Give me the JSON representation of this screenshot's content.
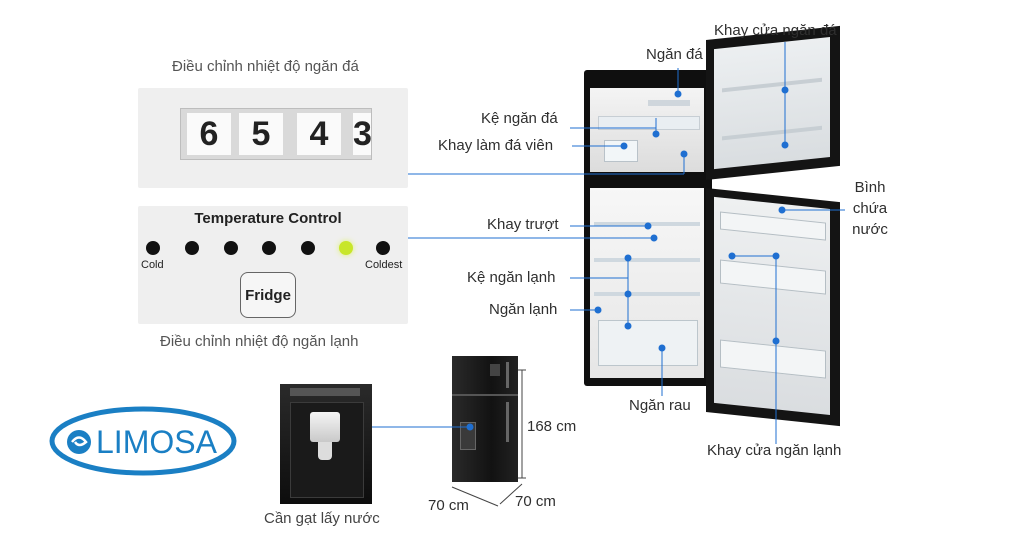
{
  "freezer_dial": {
    "caption": "Điều chỉnh nhiệt độ ngăn đá",
    "digits": [
      "6",
      "5",
      "4",
      "3"
    ]
  },
  "fridge_control": {
    "title": "Temperature Control",
    "cold_label": "Cold",
    "coldest_label": "Coldest",
    "button_label": "Fridge",
    "caption": "Điều chỉnh nhiệt độ ngăn lạnh",
    "active_level": 6,
    "levels": 7
  },
  "brand": {
    "logo_text": "LIMOSA"
  },
  "dispenser": {
    "caption": "Cần gạt lấy nước"
  },
  "dimensions": {
    "height": "168 cm",
    "width": "70 cm",
    "depth": "70 cm"
  },
  "callouts": {
    "freezer": "Ngăn đá",
    "freezer_door_tray": "Khay cửa ngăn đá",
    "freezer_shelf": "Kệ ngăn đá",
    "ice_tray": "Khay làm đá viên",
    "sliding_tray": "Khay trượt",
    "water_tank_l1": "Bình",
    "water_tank_l2": "chứa",
    "water_tank_l3": "nước",
    "fridge_shelf": "Kệ ngăn lạnh",
    "fridge_compartment": "Ngăn lạnh",
    "vegetable_drawer": "Ngăn rau",
    "fridge_door_tray": "Khay cửa ngăn lạnh"
  },
  "colors": {
    "callout_blue": "#1f6fd1",
    "fridge_body": "#1b1b1b",
    "led_on": "#c8e62a",
    "logo_blue": "#1a7fc4"
  }
}
